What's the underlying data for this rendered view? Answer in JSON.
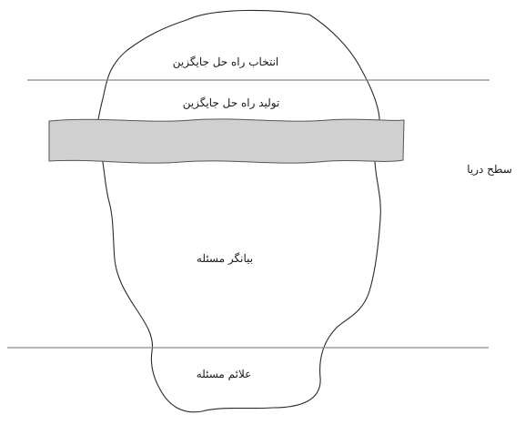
{
  "labels": {
    "select_alternative": "انتخاب راه حل جایگزین",
    "generate_alternative": "تولید راه حل جایگزین",
    "sea_level": "سطح دریا",
    "problem_statement": "بیانگر مسئله",
    "problem_symptoms": "علائم مسئله"
  },
  "colors": {
    "outline": "#2a2a2a",
    "line": "#8a8a8a",
    "water_band_fill": "#d0d0d0",
    "water_band_stroke": "#555555"
  }
}
